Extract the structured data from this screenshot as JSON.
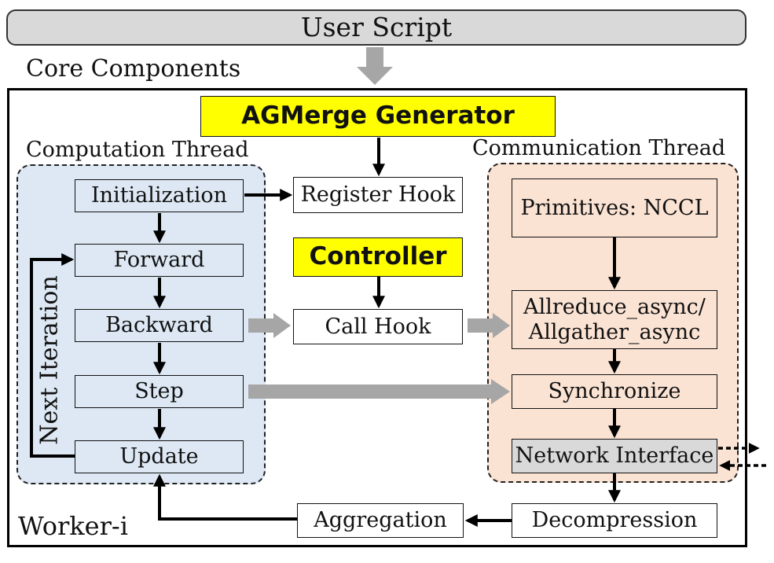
{
  "user_script": "User Script",
  "core_components": "Core Components",
  "worker_label": "Worker-i",
  "generator": "AGMerge Generator",
  "controller": "Controller",
  "computation": {
    "title": "Computation Thread",
    "steps": [
      "Initialization",
      "Forward",
      "Backward",
      "Step",
      "Update"
    ],
    "loop_label": "Next Iteration"
  },
  "hooks": {
    "register": "Register Hook",
    "call": "Call Hook"
  },
  "communication": {
    "title": "Communication Thread",
    "primitives": "Primitives: NCCL",
    "async_ops": [
      "Allreduce_async/",
      "Allgather_async"
    ],
    "synchronize": "Synchronize",
    "network_interface": "Network Interface"
  },
  "post": {
    "decompression": "Decompression",
    "aggregation": "Aggregation"
  },
  "colors": {
    "computation_fill": "#dde8f4",
    "communication_fill": "#fbe3d4",
    "highlight": "#ffff00",
    "grey_arrow": "#a6a6a6",
    "grey_fill": "#d9d9d9"
  }
}
